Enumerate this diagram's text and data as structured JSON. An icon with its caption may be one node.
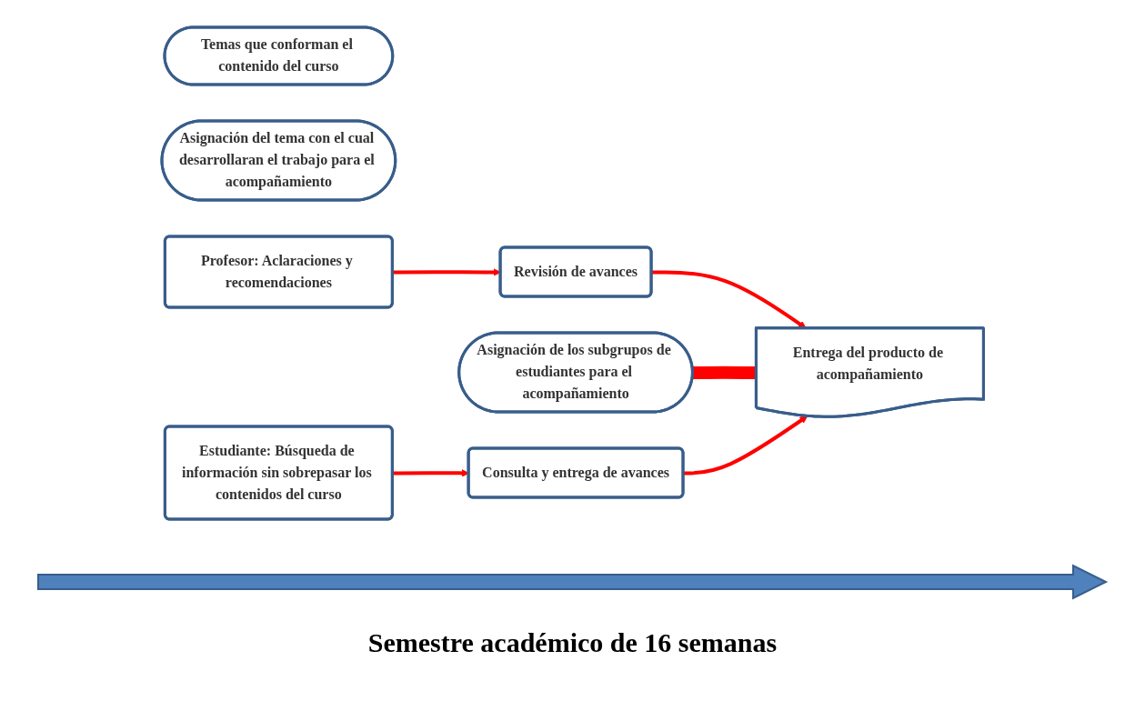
{
  "diagram": {
    "nodes": [
      {
        "text": [
          "Temas que conforman el contenido del curso"
        ]
      },
      {
        "text": [
          "Asignación de los subgrupos de estudiantes para el acompañamiento"
        ]
      },
      {
        "text": [
          "Asignación del tema con el cual desarrollaran el trabajo para el acompañamiento"
        ]
      },
      {
        "text": [
          "Profesor: Aclaraciones y recomendaciones"
        ]
      },
      {
        "text": [
          "Revisión de avances"
        ]
      },
      {
        "text": [
          "Entrega del producto de acompañamiento"
        ]
      },
      {
        "text": [
          "Estudiante: Búsqueda de información sin sobrepasar los contenidos del curso"
        ]
      },
      {
        "text": [
          "Consulta y entrega de avances"
        ]
      }
    ],
    "edges": [
      {
        "from": 3,
        "to": 4,
        "arrow": "to"
      },
      {
        "from": 4,
        "to": 5,
        "arrow": "to"
      },
      {
        "from": 1,
        "to": 5,
        "arrow": "none",
        "style": "thick"
      },
      {
        "from": 6,
        "to": 7,
        "arrow": "to"
      },
      {
        "from": 7,
        "to": 5,
        "arrow": "to"
      }
    ],
    "labels": [
      "Semestre académico de 16 semanas"
    ]
  }
}
